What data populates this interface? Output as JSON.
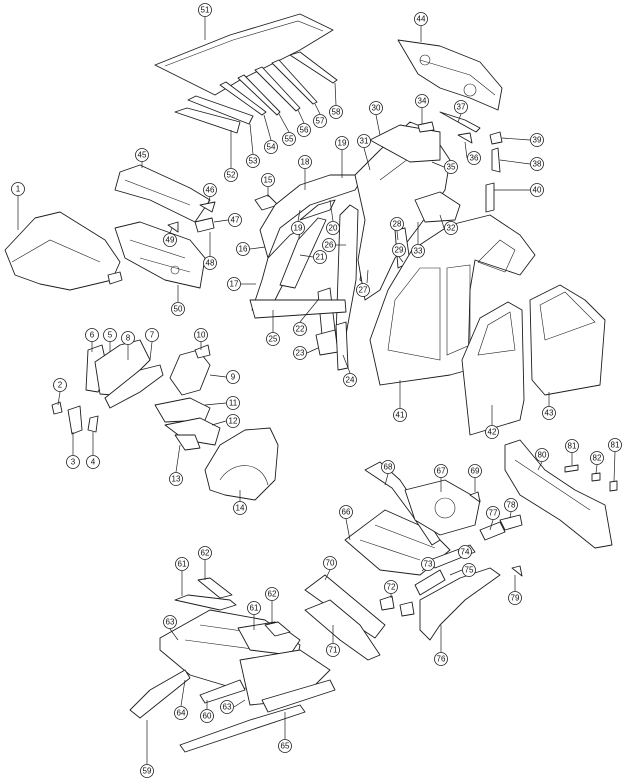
{
  "callouts": [
    "1",
    "2",
    "3",
    "4",
    "5",
    "6",
    "7",
    "8",
    "9",
    "10",
    "11",
    "12",
    "13",
    "14",
    "15",
    "16",
    "17",
    "18",
    "19",
    "19",
    "20",
    "21",
    "22",
    "23",
    "24",
    "25",
    "26",
    "27",
    "28",
    "29",
    "30",
    "31",
    "32",
    "33",
    "34",
    "35",
    "36",
    "37",
    "38",
    "39",
    "40",
    "41",
    "42",
    "43",
    "44",
    "45",
    "46",
    "47",
    "48",
    "49",
    "50",
    "51",
    "52",
    "53",
    "54",
    "55",
    "56",
    "57",
    "58",
    "59",
    "60",
    "61",
    "61",
    "62",
    "62",
    "63",
    "63",
    "64",
    "65",
    "66",
    "67",
    "68",
    "69",
    "70",
    "71",
    "72",
    "73",
    "74",
    "75",
    "76",
    "77",
    "78",
    "79",
    "80",
    "81",
    "81",
    "82"
  ]
}
